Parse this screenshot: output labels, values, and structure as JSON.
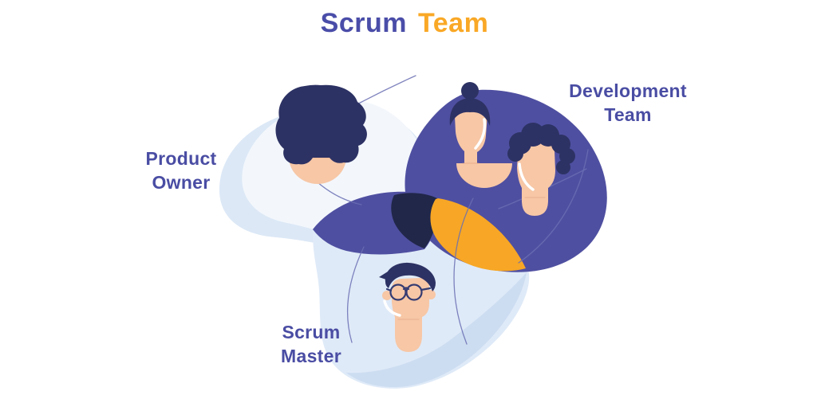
{
  "title": {
    "word1": "Scrum",
    "word2": "Team"
  },
  "labels": {
    "product_owner": {
      "line1": "Product",
      "line2": "Owner"
    },
    "development_team": {
      "line1": "Development",
      "line2": "Team"
    },
    "scrum_master": {
      "line1": "Scrum",
      "line2": "Master"
    }
  },
  "colors": {
    "title_primary": "#4a4da8",
    "title_accent": "#f9a826",
    "label_text": "#4a4da3",
    "blob_light_back": "#dce8f6",
    "blob_light_front": "#f3f7fc",
    "blob_bottom": "#dfeaf8",
    "blob_bottom_shade": "#cdddf1",
    "blob_indigo": "#4f4fa1",
    "overlap_dark": "#202749",
    "overlap_orange": "#f7a725",
    "skin": "#f7c7a6",
    "skin_shade": "#e2a181",
    "hair": "#2d3264",
    "outline": "#6a6eb3",
    "glasses": "#363c72",
    "highlight": "#ffffff",
    "background": "#ffffff"
  }
}
